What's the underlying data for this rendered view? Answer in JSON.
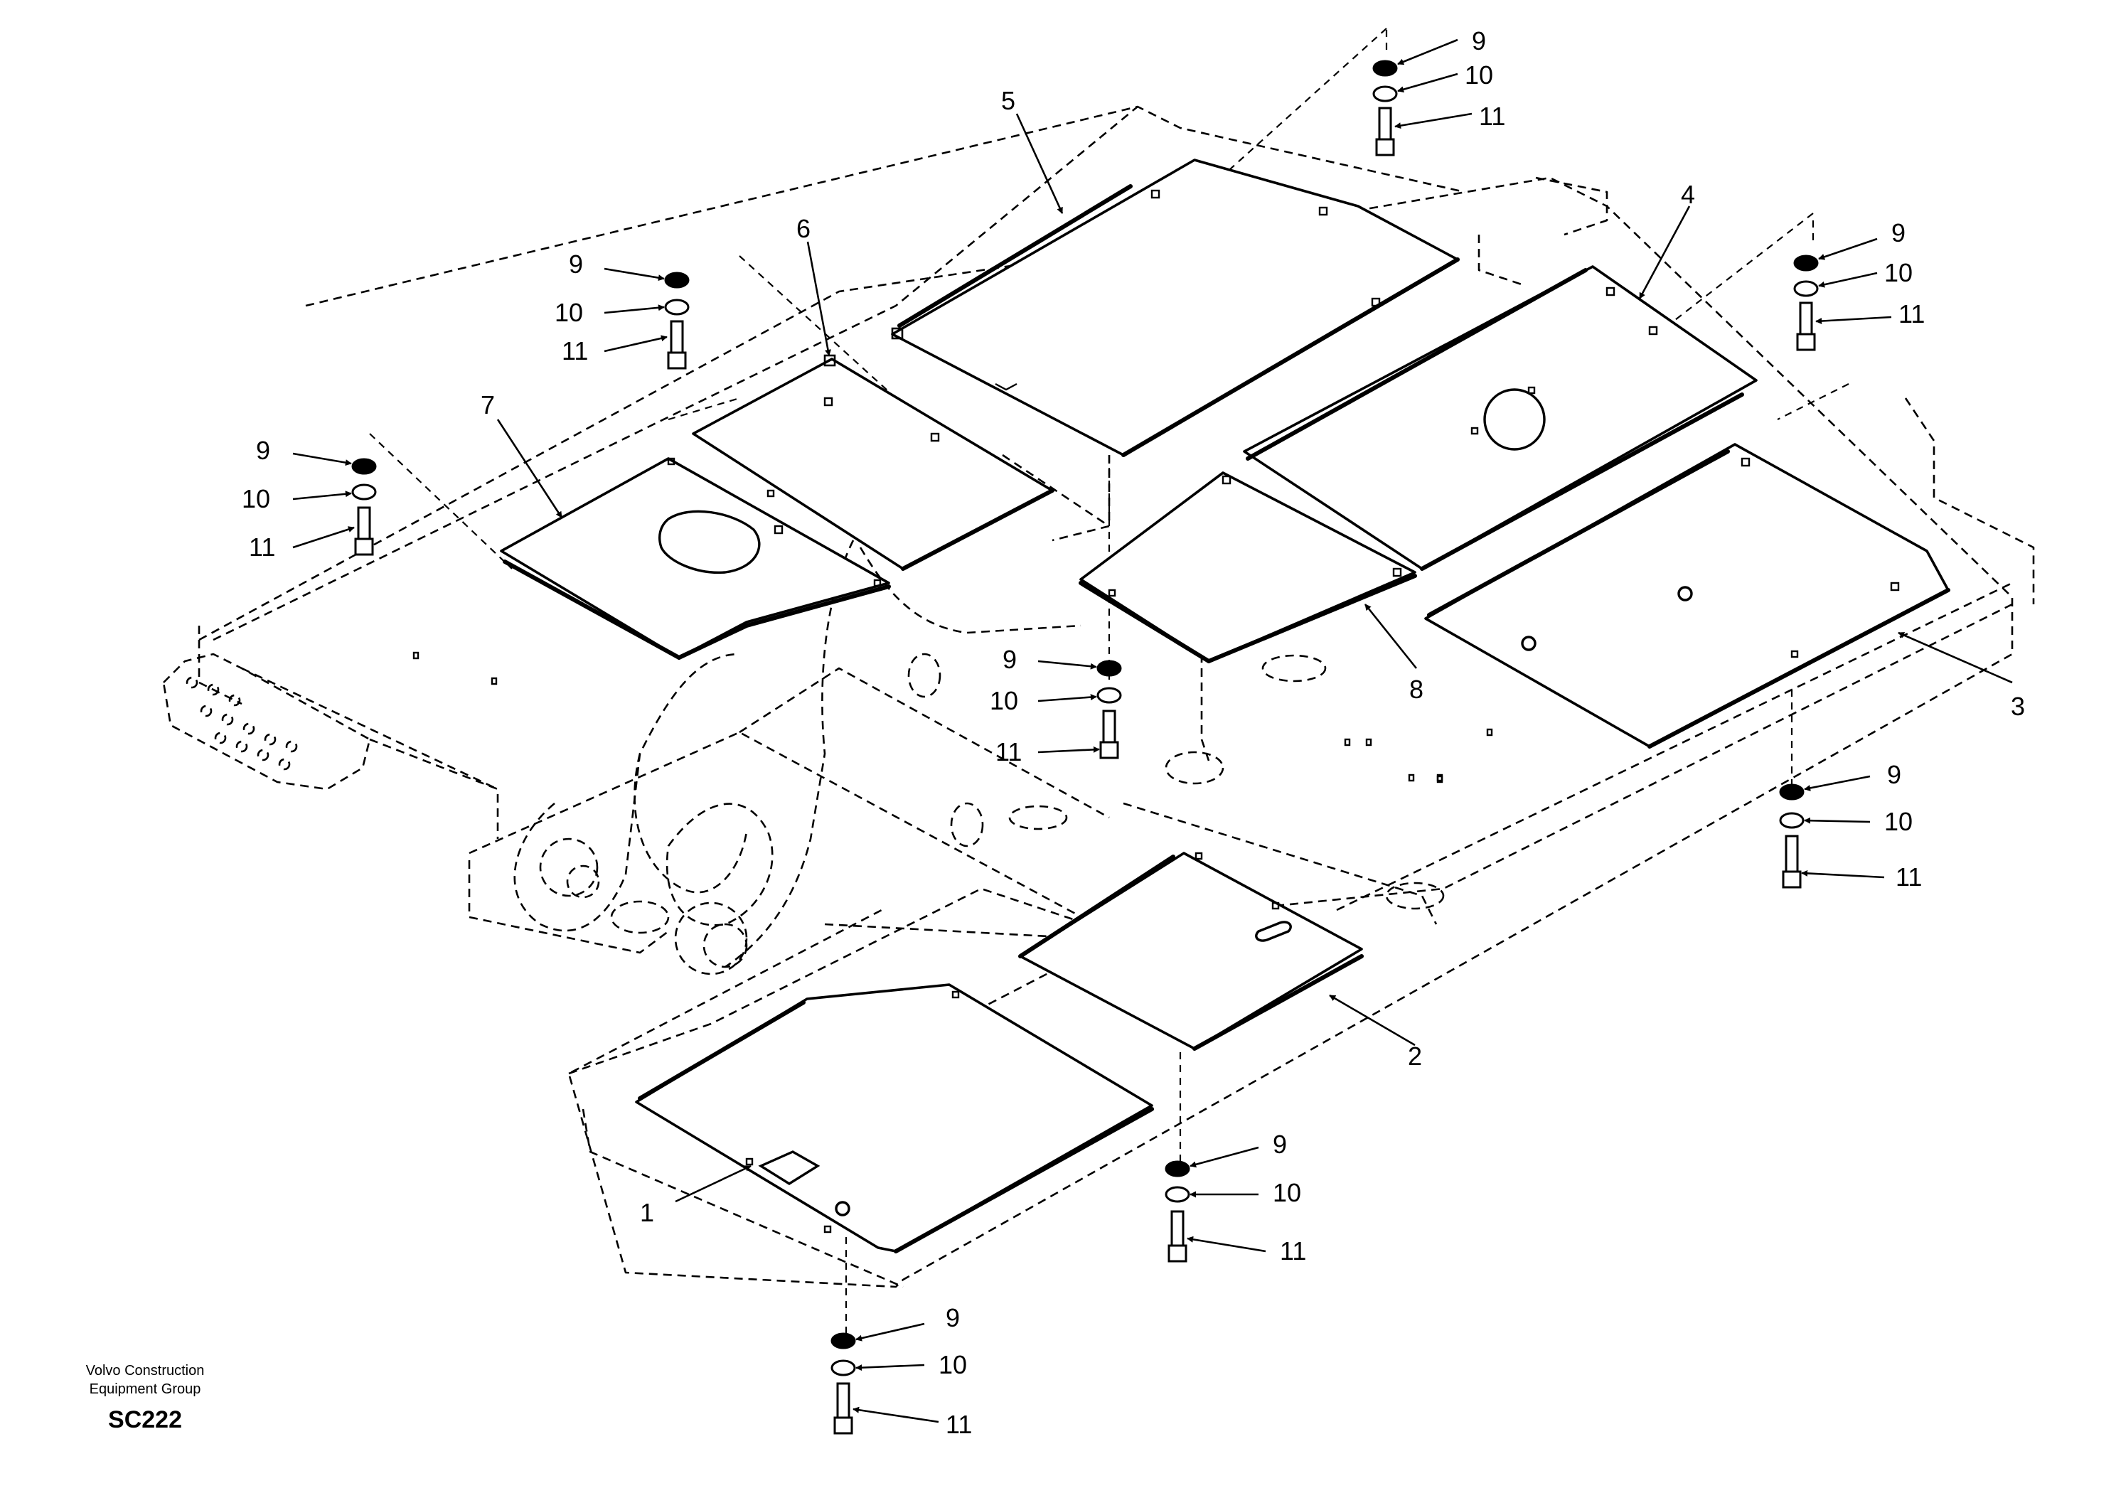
{
  "diagram": {
    "callouts": [
      {
        "id": "c1",
        "label": "1"
      },
      {
        "id": "c2",
        "label": "2"
      },
      {
        "id": "c3",
        "label": "3"
      },
      {
        "id": "c4",
        "label": "4"
      },
      {
        "id": "c5",
        "label": "5"
      },
      {
        "id": "c6",
        "label": "6"
      },
      {
        "id": "c7",
        "label": "7"
      },
      {
        "id": "c8",
        "label": "8"
      }
    ],
    "hardware_labels": {
      "washer": "9",
      "lock_washer": "10",
      "bolt": "11"
    }
  },
  "footer": {
    "company_line1": "Volvo Construction",
    "company_line2": "Equipment Group",
    "code": "SC222"
  }
}
